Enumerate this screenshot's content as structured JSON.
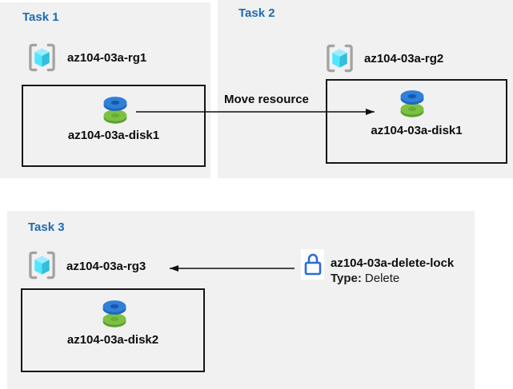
{
  "tasks": [
    {
      "title": "Task 1",
      "resource_group": "az104-03a-rg1",
      "resource": "az104-03a-disk1"
    },
    {
      "title": "Task 2",
      "resource_group": "az104-03a-rg2",
      "resource": "az104-03a-disk1"
    },
    {
      "title": "Task 3",
      "resource_group": "az104-03a-rg3",
      "resource": "az104-03a-disk2"
    }
  ],
  "move_arrow": {
    "label": "Move resource"
  },
  "lock": {
    "name": "az104-03a-delete-lock",
    "type_label": "Type:",
    "type_value": "Delete"
  },
  "icons": {
    "resource_group": "resource-group-icon",
    "disk": "managed-disk-icon",
    "lock": "lock-icon"
  },
  "colors": {
    "panel_bg": "#f1f1f1",
    "title_blue": "#1e6bb1",
    "text": "#0d0d0d",
    "box_border": "#161616",
    "arrow": "#111111",
    "disk_blue_top": "#2e80d9",
    "disk_blue_side": "#1f66c0",
    "disk_blue_hole": "#1757ae",
    "disk_green_top": "#7cc143",
    "disk_green_side": "#5ba02c",
    "disk_green_hole": "#65ad33",
    "cube_top": "#9cebff",
    "cube_left": "#50e6ff",
    "cube_right": "#32bedd",
    "bracket_gray": "#a3a3a3",
    "lock_blue": "#2b6bd8",
    "lock_bg": "#ffffff"
  }
}
